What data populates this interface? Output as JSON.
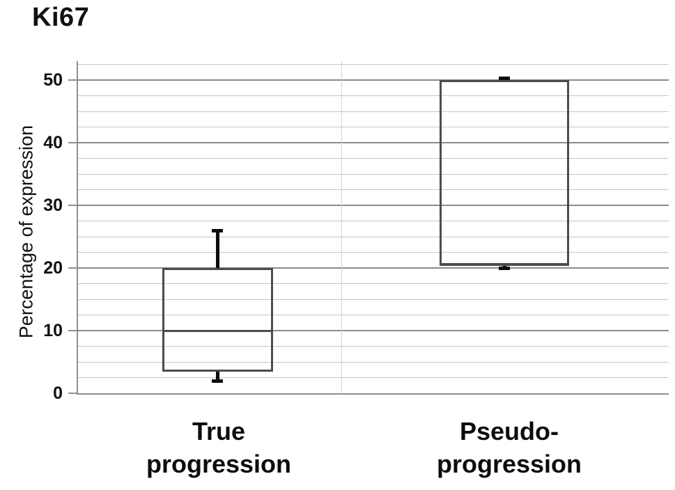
{
  "chart_data": {
    "type": "boxplot",
    "title": "Ki67",
    "xlabel": "",
    "ylabel": "Percentage of expression",
    "categories": [
      "True progression",
      "Pseudo-progression"
    ],
    "yaxis": {
      "ticks": [
        0,
        10,
        20,
        30,
        40,
        50
      ],
      "ylim": [
        0,
        53
      ],
      "minor_gridline_step": 2.5,
      "major_gridline_step": 10
    },
    "grid": "horizontal, minor every 2.5 and major every 10, panel separator between categories",
    "legend": null,
    "series": [
      {
        "category": "True progression",
        "whisker_low": 2,
        "q1": 3.5,
        "median": 10,
        "q3": 20,
        "whisker_high": 26
      },
      {
        "category": "Pseudo-progression",
        "whisker_low": 19.9,
        "q1": 20.3,
        "median": 20.6,
        "q3": 50,
        "whisker_high": 50.3
      }
    ]
  },
  "colors": {
    "background": "#ffffff",
    "text": "#111111",
    "box_border": "#4c4c4c",
    "whisker": "#0d0d0d",
    "major_gridline": "#8a8a8a",
    "minor_gridline": "#c5c5c5",
    "axis_line": "#8f8f8f",
    "separator_line": "#d0d0d0"
  }
}
